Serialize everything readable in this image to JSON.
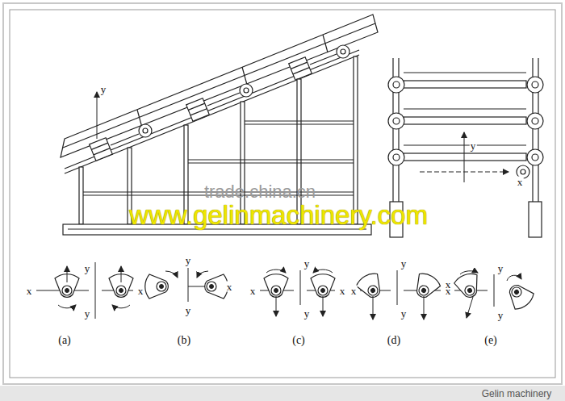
{
  "diagram": {
    "labels": [
      "y",
      "y",
      "x",
      "x",
      "y",
      "y",
      "x",
      "y",
      "x",
      "y",
      "x",
      "y",
      "y",
      "x",
      "x",
      "y",
      "y",
      "x",
      "x",
      "y",
      "y",
      "(a)",
      "(b)",
      "(c)",
      "(d)",
      "(e)",
      "trade.china.cn",
      "www.gelinmachinery.com",
      "Gelin machinery"
    ]
  }
}
